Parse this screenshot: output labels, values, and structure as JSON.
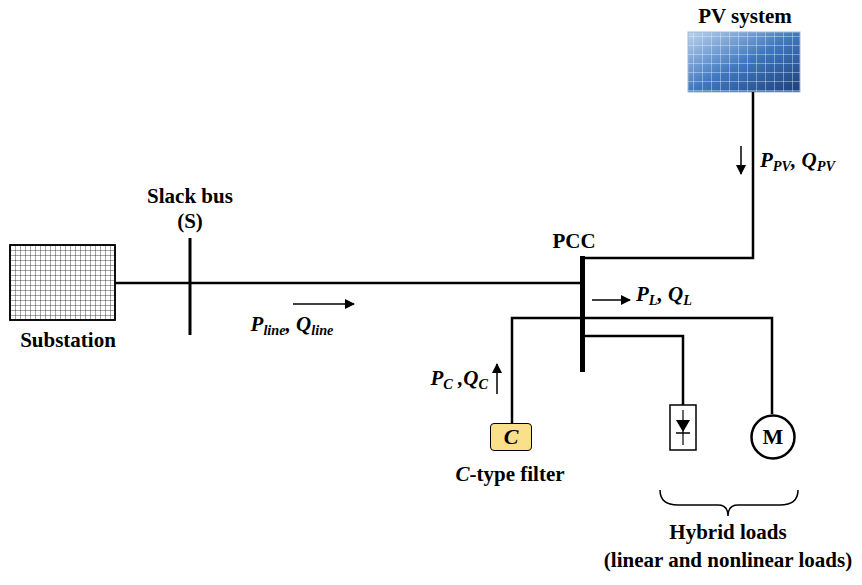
{
  "diagram": {
    "nodes": [
      {
        "text": [
          "C"
        ]
      },
      {
        "text": [
          "M"
        ]
      }
    ],
    "labels": [
      "PV system",
      "P",
      "PV",
      ", Q",
      "PV",
      "Slack bus",
      "(S)",
      "PCC",
      "Substation",
      "P",
      "line",
      ", Q",
      "line",
      "P",
      "L",
      ", Q",
      "L",
      "P",
      "C",
      " ,Q",
      "C",
      "C",
      "-type filter",
      "Hybrid loads",
      "(linear and nonlinear loads)"
    ]
  }
}
